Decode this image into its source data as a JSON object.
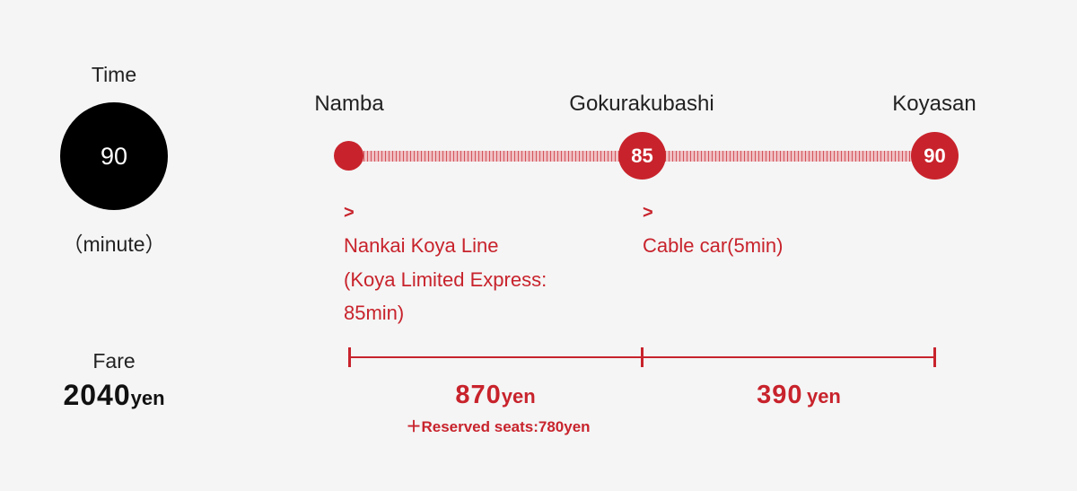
{
  "time": {
    "label": "Time",
    "value": "90",
    "unit": "（minute）"
  },
  "stations": [
    {
      "name": "Namba",
      "minutes": ""
    },
    {
      "name": "Gokurakubashi",
      "minutes": "85"
    },
    {
      "name": "Koyasan",
      "minutes": "90"
    }
  ],
  "segments": [
    {
      "marker": ">",
      "lines": [
        "Nankai Koya Line",
        "(Koya Limited Express:",
        "85min)"
      ],
      "fare_value": "870",
      "fare_unit": "yen",
      "note": "＋Reserved seats:780yen"
    },
    {
      "marker": ">",
      "lines": [
        "Cable car(5min)"
      ],
      "fare_value": "390",
      "fare_unit": "yen",
      "note": ""
    }
  ],
  "fare": {
    "label": "Fare",
    "total_value": "2040",
    "total_unit": "yen"
  },
  "colors": {
    "accent": "#c8232c",
    "time_circle": "#000000",
    "background": "#f5f5f5"
  }
}
